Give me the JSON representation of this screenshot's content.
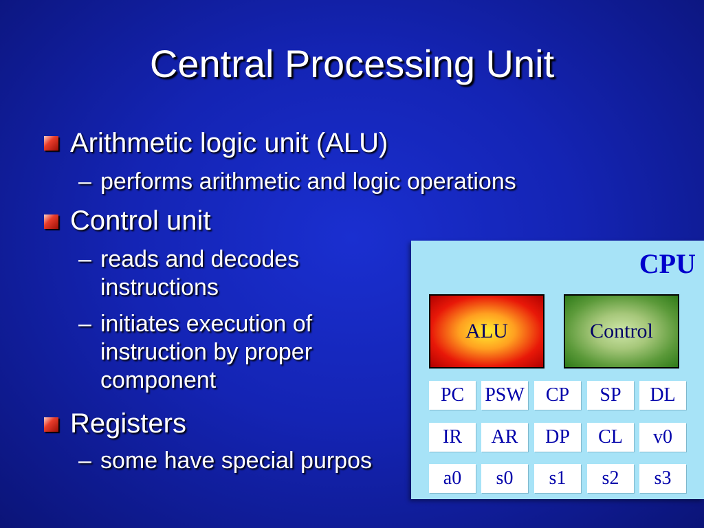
{
  "title": "Central Processing Unit",
  "bullets": [
    {
      "text": "Arithmetic logic unit (ALU)",
      "sub": [
        [
          "performs arithmetic and logic operations"
        ]
      ]
    },
    {
      "text": "Control unit",
      "sub": [
        [
          "reads and decodes",
          "instructions"
        ],
        [
          "initiates execution of",
          "instruction by proper",
          "component"
        ]
      ]
    },
    {
      "text": "Registers",
      "sub": [
        [
          "some have special purpos"
        ]
      ]
    }
  ],
  "dash": "–",
  "diagram": {
    "label": "CPU",
    "alu": "ALU",
    "control": "Control",
    "registers": [
      [
        "PC",
        "PSW",
        "CP",
        "SP",
        "DL"
      ],
      [
        "IR",
        "AR",
        "DP",
        "CL",
        "v0"
      ],
      [
        "a0",
        "s0",
        "s1",
        "s2",
        "s3"
      ]
    ],
    "colors": {
      "panel": "#a7e3f7",
      "cpu_label": "#0000cc",
      "register_text": "#0000aa",
      "alu": "#e81808",
      "control": "#2e7a18"
    }
  }
}
